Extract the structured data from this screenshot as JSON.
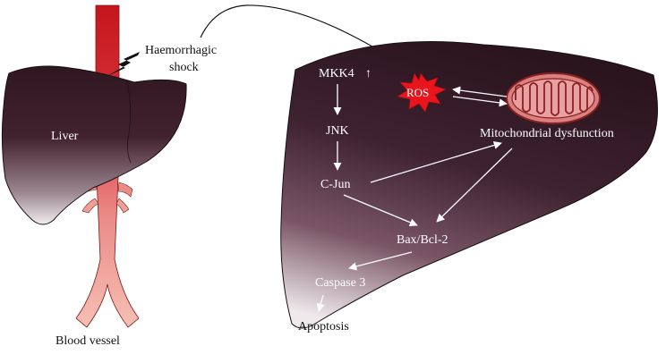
{
  "labels": {
    "liver": "Liver",
    "haemorrhagic_line1": "Haemorrhagic",
    "haemorrhagic_line2": "shock",
    "blood_vessel": "Blood vessel",
    "mkk4": "MKK4",
    "ros": "ROS",
    "jnk": "JNK",
    "cjun": "C-Jun",
    "mito_dysfunction": "Mitochondrial dysfunction",
    "bax_bcl2": "Bax/Bcl-2",
    "caspase3": "Caspase 3",
    "apoptosis": "Apoptosis"
  },
  "icons": {
    "up_arrow": "↑",
    "lightning": "lightning-bolt-icon",
    "mitochondrion": "mitochondrion-icon",
    "burst": "starburst-icon"
  },
  "colors": {
    "liver_dark": "#2e1720",
    "liver_mid": "#5a3544",
    "liver_light": "#d9d0d4",
    "vessel_top": "#c4161c",
    "vessel_bottom": "#f5b3a6",
    "ros_red": "#e8151c",
    "mito_fill": "#d98080",
    "mito_dark": "#8a2020",
    "text_light": "#ffffff",
    "text_dark": "#111111"
  }
}
